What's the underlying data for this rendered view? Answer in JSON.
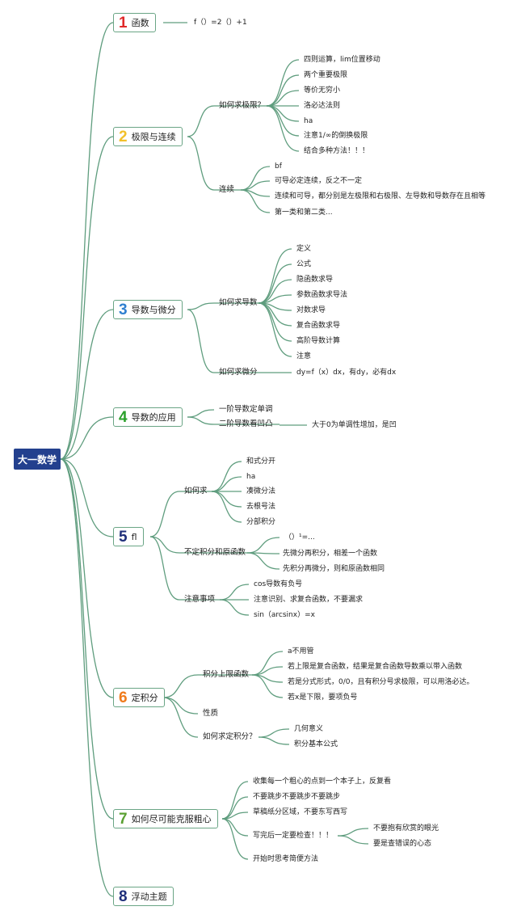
{
  "root": "大一数学",
  "colors": {
    "line": "#5f9d7e",
    "root_bg": "#23408e"
  },
  "topics": [
    {
      "num": "1",
      "num_color": "#e02a2a",
      "label": "函数"
    },
    {
      "num": "2",
      "num_color": "#f2c02a",
      "label": "极限与连续"
    },
    {
      "num": "3",
      "num_color": "#2f7fd0",
      "label": "导数与微分"
    },
    {
      "num": "4",
      "num_color": "#2aa02a",
      "label": "导数的应用"
    },
    {
      "num": "5",
      "num_color": "#1f2f7a",
      "label": "fl"
    },
    {
      "num": "6",
      "num_color": "#f07a1a",
      "label": "定积分"
    },
    {
      "num": "7",
      "num_color": "#5aa032",
      "label": "如何尽可能克服粗心"
    },
    {
      "num": "8",
      "num_color": "#1f2f7a",
      "label": "浮动主题"
    }
  ],
  "texts": {
    "t1_formula": "f（）=2（）+1",
    "t2_sub1": "如何求极限？",
    "t2_sub1_items": [
      "四则运算，lim位置移动",
      "两个重要极限",
      "等价无穷小",
      "洛必达法则",
      "ha",
      "注意1/∞的倒换极限",
      "结合多种方法！！！"
    ],
    "t2_sub2": "连续",
    "t2_sub2_items": [
      "bf",
      "可导必定连续，反之不一定",
      "连续和可导，都分别是左极限和右极限、左导数和导数存在且相等",
      "第一类和第二类..."
    ],
    "t3_sub1": "如何求导数",
    "t3_sub1_items": [
      "定义",
      "公式",
      "隐函数求导",
      "参数函数求导法",
      "对数求导",
      "复合函数求导",
      "高阶导数计算",
      "注意"
    ],
    "t3_sub2": "如何求微分",
    "t3_sub2_item": "dy=f（x）dx，有dy，必有dx",
    "t4_sub1": "一阶导数定单调",
    "t4_sub2": "二阶导数看凹凸",
    "t4_sub2_item": "大于0为单调性增加，是凹",
    "t5_sub1": "如何求",
    "t5_sub1_items": [
      "和式分开",
      "ha",
      "凑微分法",
      "去根号法",
      "分部积分"
    ],
    "t5_sub2": "不定积分和原函数",
    "t5_sub2_items": [
      "（）¹=...",
      "先微分再积分，相差一个函数",
      "先积分再微分，则和原函数相同"
    ],
    "t5_sub3": "注意事项",
    "t5_sub3_items": [
      "cos导数有负号",
      "注意识别、求复合函数，不要漏求",
      "sin（arcsinx）=x"
    ],
    "t6_sub1": "积分上限函数",
    "t6_sub1_items": [
      "a不用管",
      "若上限是复合函数，结果是复合函数导数乘以带入函数",
      "若是分式形式，0/0，且有积分号求极限，可以用洛必达。",
      "若x是下限，要项负号"
    ],
    "t6_sub2": "性质",
    "t6_sub3": "如何求定积分？",
    "t6_sub3_items": [
      "几何意义",
      "积分基本公式"
    ],
    "t7_items": [
      "收集每一个粗心的点到一个本子上，反复看",
      "不要跳步不要跳步不要跳步",
      "草稿纸分区域，不要东写西写",
      "写完后一定要检查！！！",
      "开始时思考简便方法"
    ],
    "t7_check_items": [
      "不要抱有欣赏的眼光",
      "要是查错误的心态"
    ]
  }
}
